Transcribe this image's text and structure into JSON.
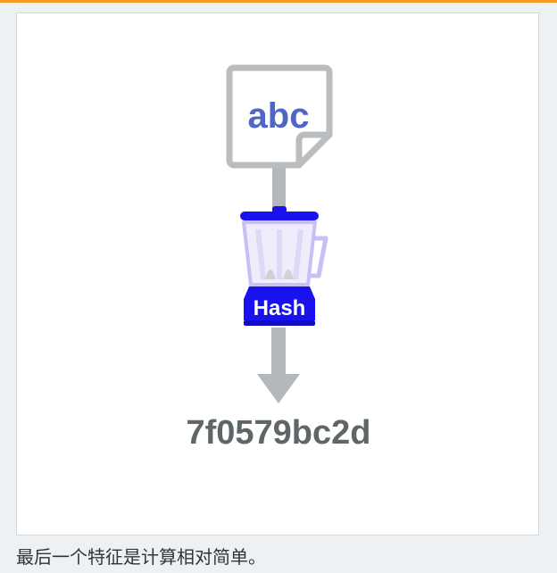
{
  "diagram": {
    "input_text": "abc",
    "machine_label": "Hash",
    "output_text": "7f0579bc2d"
  },
  "caption": "最后一个特征是计算相对简单。",
  "colors": {
    "top_bar": "#f59a23",
    "page_background": "#edf1f4",
    "document_outline": "#b9bdc0",
    "input_text": "#4f66c8",
    "blender_base": "#1a12ee",
    "blender_glass": "#c7c0f5",
    "arrow": "#b3b8bc",
    "output_text": "#5f6668"
  },
  "icons": {
    "input": "document-icon",
    "machine": "blender-icon",
    "flow": "down-arrow-icon"
  }
}
